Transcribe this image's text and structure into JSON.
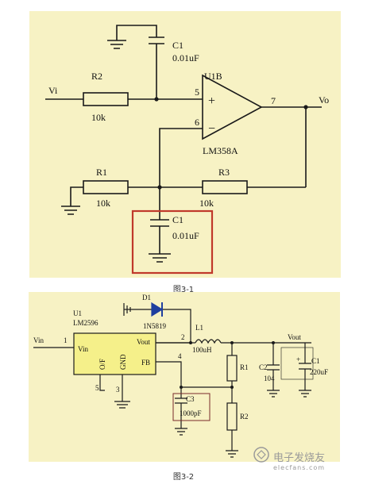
{
  "figure1": {
    "caption": "图3-1",
    "c1_top": "C1",
    "c1_top_val": "0.01uF",
    "r2": "R2",
    "r2_val": "10k",
    "vi": "Vi",
    "u1b": "U1B",
    "pin5": "5",
    "pin6": "6",
    "pin7": "7",
    "plus": "+",
    "minus": "−",
    "vo": "Vo",
    "opamp": "LM358A",
    "r1": "R1",
    "r1_val": "10k",
    "r3": "R3",
    "r3_val": "10k",
    "c1_bot": "C1",
    "c1_bot_val": "0.01uF",
    "colors": {
      "background": "#f7f2c4",
      "wire": "#1a1a1a",
      "highlight": "#c0392b"
    }
  },
  "figure2": {
    "caption": "图3-2",
    "d1": "D1",
    "d1_part": "1N5819",
    "u1": "U1",
    "u1_part": "LM2596",
    "vin_label": "Vin",
    "pin1": "1",
    "chip_vin": "Vin",
    "chip_of": "O/F",
    "chip_gnd": "GND",
    "chip_vout": "Vout",
    "chip_fb": "FB",
    "pin2": "2",
    "pin4": "4",
    "pin5": "5",
    "pin3": "3",
    "l1": "L1",
    "l1_val": "100uH",
    "vout": "Vout",
    "r1": "R1",
    "r2": "R2",
    "c2": "C2",
    "c2_val": "104",
    "c1": "C1",
    "c1_val": "220uF",
    "c1_plus": "+",
    "c3": "C3",
    "c3_val": "1000pF",
    "colors": {
      "background": "#f7f2c4",
      "chip": "#f5f08a",
      "diode": "#1f3f9f"
    }
  },
  "watermark": {
    "text": "电子发烧友",
    "site": "elecfans.com"
  }
}
